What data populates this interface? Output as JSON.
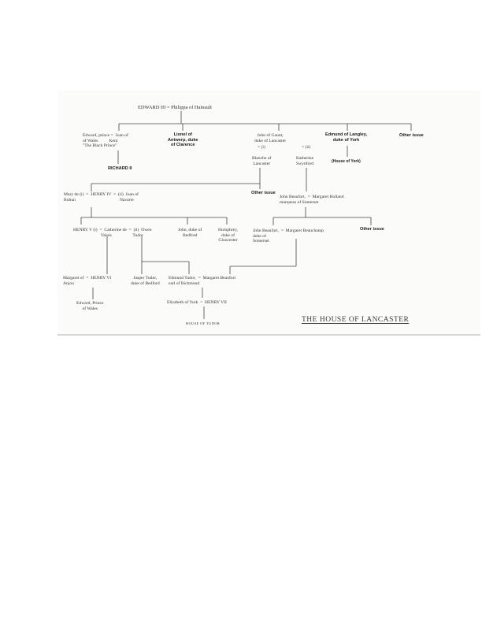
{
  "chart_title": "THE HOUSE OF LANCASTER",
  "people": {
    "edward3": "EDWARD III = Philippa of Hainault",
    "edward_prince": "Edward, prince =  Joan of\nof Wales          Kent\n\"The Black Prince\"",
    "richard2": "RICHARD II",
    "lionel": "Lionel of\nAntwerp, duke\nof Clarence",
    "john_gaunt": "John of Gaunt,\nduke of Lancaster",
    "marriage1": "= (i)",
    "blanche": "Blanche of\nLancaster",
    "marriage3": "= (ii)",
    "katherine": "Katherine\nSwynford",
    "edmund_langley": "Edmund of Langley,\nduke of York",
    "house_york": "(House of York)",
    "other_issue_top": "Other issue",
    "other_issue_gaunt": "Other issue",
    "mary_bohun": "Mary de (i)  =  HENRY IV  =  (ii)  Joan of\nBohun                                        Navarre",
    "john_beaufort_1": "John Beaufort,  =  Margaret Holland\nmarquess of Somerset",
    "henry5": "HENRY V (i)  =  Catherine de  =  (ii)  Owen\n                         Valois                   Tudor",
    "john_bedford": "John, duke of\nBedford",
    "humphrey": "Humphrey,\nduke of\nGloucester",
    "john_beaufort_2": "John Beaufort,  =  Margaret Beauchamp\nduke of\nSomerset",
    "other_issue_beaufort": "Other issue",
    "margaret_anjou": "Margaret of  =  HENRY VI\nAnjou",
    "jasper": "Jasper Tudor,\nduke of Bedford",
    "edmund_tudor": "Edmund Tudor,  =  Margaret Beaufort\nearl of Richmond",
    "edward_wales": "Edward, Prince\nof Wales",
    "elizabeth_york": "Elizabeth of York  =  HENRY VII",
    "house_tudor": "HOUSE OF TUDOR"
  }
}
